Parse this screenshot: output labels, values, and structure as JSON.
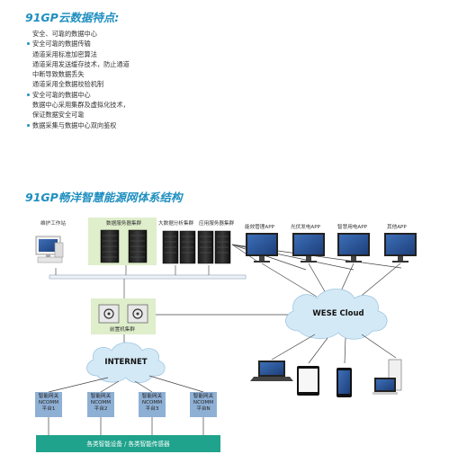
{
  "features": {
    "title": "91GP云数据特点:",
    "items": [
      {
        "text": "安全、可靠的数据中心",
        "bullet": false
      },
      {
        "text": "安全可靠的数据传输",
        "bullet": true
      },
      {
        "text": "通道采用标准加密算法",
        "bullet": false
      },
      {
        "text": "通道采用发送缓存技术，防止通道",
        "bullet": false
      },
      {
        "text": "中断导致数据丢失",
        "bullet": false
      },
      {
        "text": "通道采用全数据校验机制",
        "bullet": false
      },
      {
        "text": "安全可靠的数据中心",
        "bullet": true
      },
      {
        "text": "数据中心采用集群及虚拟化技术，",
        "bullet": false
      },
      {
        "text": "保证数据安全可靠",
        "bullet": false
      },
      {
        "text": "数据采集与数据中心双向鉴权",
        "bullet": true
      }
    ]
  },
  "architecture": {
    "title": "91GP畅洋智慧能源网体系结构",
    "workstation_label": "维护工作站",
    "clusters": [
      {
        "label": "数据服务器集群"
      },
      {
        "label": "大数据分析集群"
      },
      {
        "label": "应用服务器集群"
      }
    ],
    "apps": [
      {
        "label": "能效管理APP"
      },
      {
        "label": "光伏发电APP"
      },
      {
        "label": "智慧用电APP"
      },
      {
        "label": "其他APP"
      }
    ],
    "frontend_label": "前置机集群",
    "internet_label": "INTERNET",
    "cloud_label": "WESE Cloud",
    "gateways": [
      {
        "l1": "智能网关",
        "l2": "NCOMM",
        "l3": "平台1"
      },
      {
        "l1": "智能网关",
        "l2": "NCOMM",
        "l3": "平台2"
      },
      {
        "l1": "智能网关",
        "l2": "NCOMM",
        "l3": "平台3"
      },
      {
        "l1": "智能网关",
        "l2": "NCOMM",
        "l3": "平台N"
      }
    ],
    "sensor_bar": "各类智能设备 / 各类智能传感器",
    "colors": {
      "accent": "#1f8fc0",
      "cloud": "#d4e9f6",
      "gateway": "#8fb0d5",
      "sensor": "#1fa38c",
      "cluster_bg": "#dfeecb"
    }
  }
}
